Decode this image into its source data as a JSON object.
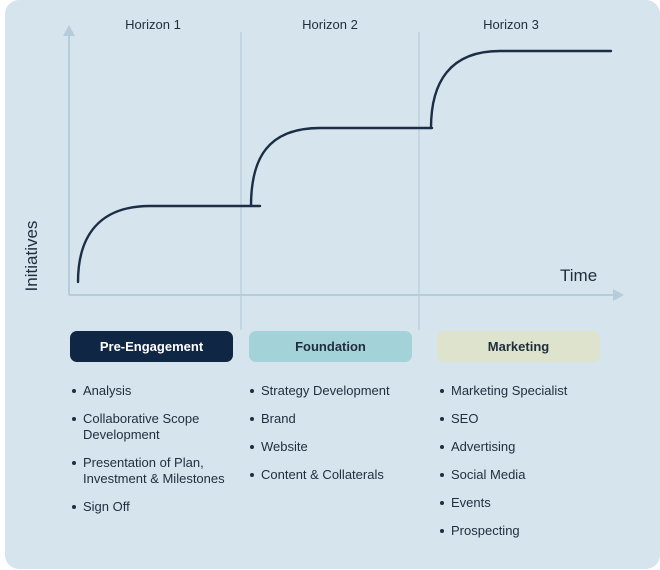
{
  "horizons": [
    "Horizon 1",
    "Horizon 2",
    "Horizon 3"
  ],
  "axes": {
    "y_label": "Initiatives",
    "x_label": "Time"
  },
  "phases": [
    {
      "title": "Pre-Engagement",
      "bg": "#0f2744",
      "fg": "#ffffff",
      "items": [
        "Analysis",
        "Collaborative Scope Development",
        "Presentation of Plan, Investment & Milestones",
        "Sign Off"
      ]
    },
    {
      "title": "Foundation",
      "bg": "#a3d2d8",
      "fg": "#1f2d3d",
      "items": [
        "Strategy Development",
        "Brand",
        "Website",
        "Content & Collaterals"
      ]
    },
    {
      "title": "Marketing",
      "bg": "#dde3cc",
      "fg": "#1f2d3d",
      "items": [
        "Marketing Specialist",
        "SEO",
        "Advertising",
        "Social Media",
        "Events",
        "Prospecting"
      ]
    }
  ],
  "colors": {
    "panel": "#d6e4ee",
    "axis": "#b7ccda",
    "curve": "#1c2e45"
  }
}
